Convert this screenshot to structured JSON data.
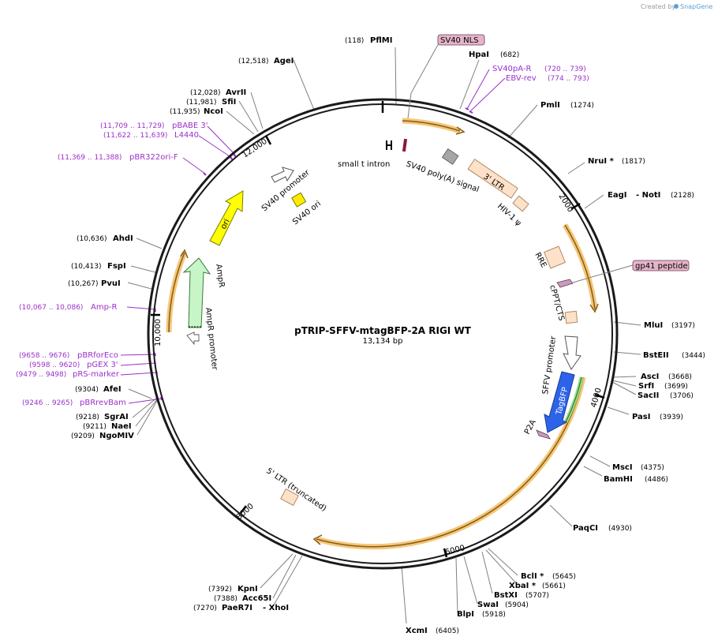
{
  "header": {
    "credit_prefix": "Created by",
    "credit_brand": "SnapGene"
  },
  "plasmid": {
    "name": "pTRIP-SFFV-mtagBFP-2A RIGI WT",
    "length_label": "13,134 bp",
    "length": 13134
  },
  "colors": {
    "backbone": "#1a1a1a",
    "enzyme_line": "#808080",
    "primer": "#9b30c9",
    "orf_highlight": "#f3c77a",
    "orf_arrow": "#8a5a10",
    "ltr": "#fde1c8",
    "ltr_stroke": "#b48a66",
    "ori": "#ffff00",
    "ampr": "#c8f5c8",
    "tagbfp": "#2d63e8",
    "sv40_promoter": "#ffffff",
    "polyA": "#a6a6a6",
    "p2a": "#c79bbb",
    "sv40_nls_box": "#e5b4c8"
  },
  "ticks": [
    {
      "bp": 0,
      "label": ""
    },
    {
      "bp": 2000,
      "label": "2000"
    },
    {
      "bp": 4000,
      "label": "4000"
    },
    {
      "bp": 6000,
      "label": "6000"
    },
    {
      "bp": 8000,
      "label": "8000"
    },
    {
      "bp": 10000,
      "label": "10,000"
    },
    {
      "bp": 12000,
      "label": "12,000"
    }
  ],
  "enzymes": [
    {
      "name": "PflMI",
      "pos": "(118)"
    },
    {
      "name": "HpaI",
      "pos": "(682)"
    },
    {
      "name": "PmlI",
      "pos": "(1274)"
    },
    {
      "name": "NruI *",
      "pos": "(1817)"
    },
    {
      "name": "EagI",
      "pos": "(2128)"
    },
    {
      "name": "- NotI",
      "pos": ""
    },
    {
      "name": "MluI",
      "pos": "(3197)"
    },
    {
      "name": "BstEII",
      "pos": "(3444)"
    },
    {
      "name": "AscI",
      "pos": "(3668)"
    },
    {
      "name": "SrfI",
      "pos": "(3699)"
    },
    {
      "name": "SacII",
      "pos": "(3706)"
    },
    {
      "name": "PasI",
      "pos": "(3939)"
    },
    {
      "name": "MscI",
      "pos": "(4375)"
    },
    {
      "name": "BamHI",
      "pos": "(4486)"
    },
    {
      "name": "PaqCI",
      "pos": "(4930)"
    },
    {
      "name": "BclI *",
      "pos": "(5645)"
    },
    {
      "name": "XbaI *",
      "pos": "(5661)"
    },
    {
      "name": "BstXI",
      "pos": "(5707)"
    },
    {
      "name": "SwaI",
      "pos": "(5904)"
    },
    {
      "name": "BlpI",
      "pos": "(5918)"
    },
    {
      "name": "XcmI",
      "pos": "(6405)"
    },
    {
      "name": "KpnI",
      "pos": "(7392)"
    },
    {
      "name": "Acc65I",
      "pos": "(7388)"
    },
    {
      "name": "PaeR7I",
      "pos": "(7270)"
    },
    {
      "name": "- XhoI",
      "pos": ""
    },
    {
      "name": "NgoMIV",
      "pos": "(9209)"
    },
    {
      "name": "NaeI",
      "pos": "(9211)"
    },
    {
      "name": "SgrAI",
      "pos": "(9218)"
    },
    {
      "name": "AfeI",
      "pos": "(9304)"
    },
    {
      "name": "PvuI",
      "pos": "(10,267)"
    },
    {
      "name": "FspI",
      "pos": "(10,413)"
    },
    {
      "name": "AhdI",
      "pos": "(10,636)"
    },
    {
      "name": "NcoI",
      "pos": "(11,935)"
    },
    {
      "name": "SfiI",
      "pos": "(11,981)"
    },
    {
      "name": "AvrII",
      "pos": "(12,028)"
    },
    {
      "name": "AgeI",
      "pos": "(12,518)"
    }
  ],
  "primers": [
    {
      "name": "SV40pA-R",
      "pos": "(720 .. 739)"
    },
    {
      "name": "EBV-rev",
      "pos": "(774 .. 793)"
    },
    {
      "name": "pBABE 3'",
      "pos": "(11,709 .. 11,729)"
    },
    {
      "name": "L4440",
      "pos": "(11,622 .. 11,639)"
    },
    {
      "name": "pBR322ori-F",
      "pos": "(11,369 .. 11,388)"
    },
    {
      "name": "Amp-R",
      "pos": "(10,067 .. 10,086)"
    },
    {
      "name": "pBRforEco",
      "pos": "(9658 .. 9676)"
    },
    {
      "name": "pGEX 3'",
      "pos": "(9598 .. 9620)"
    },
    {
      "name": "pRS-marker",
      "pos": "(9479 .. 9498)"
    },
    {
      "name": "pBRrevBam",
      "pos": "(9246 .. 9265)"
    }
  ],
  "boxed_features": [
    {
      "name": "SV40 NLS"
    },
    {
      "name": "gp41 peptide"
    }
  ],
  "features": [
    {
      "name": "small t intron"
    },
    {
      "name": "SV40 poly(A) signal"
    },
    {
      "name": "3' LTR"
    },
    {
      "name": "HIV-1 ψ"
    },
    {
      "name": "RRE"
    },
    {
      "name": "cPPT/CTS"
    },
    {
      "name": "SFFV promoter"
    },
    {
      "name": "TagBFP"
    },
    {
      "name": "P2A"
    },
    {
      "name": "5' LTR (truncated)"
    },
    {
      "name": "AmpR promoter"
    },
    {
      "name": "AmpR"
    },
    {
      "name": "ori"
    },
    {
      "name": "SV40 promoter"
    },
    {
      "name": "SV40 ori"
    }
  ]
}
